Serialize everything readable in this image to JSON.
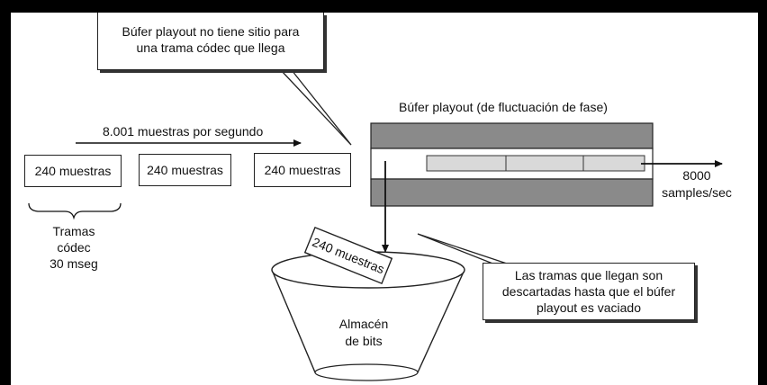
{
  "callouts": {
    "top_line1": "Búfer playout no tiene sitio para",
    "top_line2": "una trama códec que llega",
    "bottom_line1": "Las tramas que llegan son",
    "bottom_line2": "descartadas hasta que el búfer",
    "bottom_line3": "playout es vaciado"
  },
  "rate_label": "8.001 muestras por segundo",
  "frames": [
    "240 muestras",
    "240 muestras",
    "240 muestras"
  ],
  "tramas_caption": [
    "Tramas",
    "códec",
    "30 mseg"
  ],
  "buffer_title": "Búfer playout (de fluctuación de fase)",
  "output_rate": [
    "8000",
    "samples/sec"
  ],
  "dropped_frame": "240 muestras",
  "bucket_label": [
    "Almacén",
    "de bits"
  ],
  "colors": {
    "buffer_band": "#8a8a8a",
    "slots": "#d9d9d9",
    "frame": "#000000"
  }
}
